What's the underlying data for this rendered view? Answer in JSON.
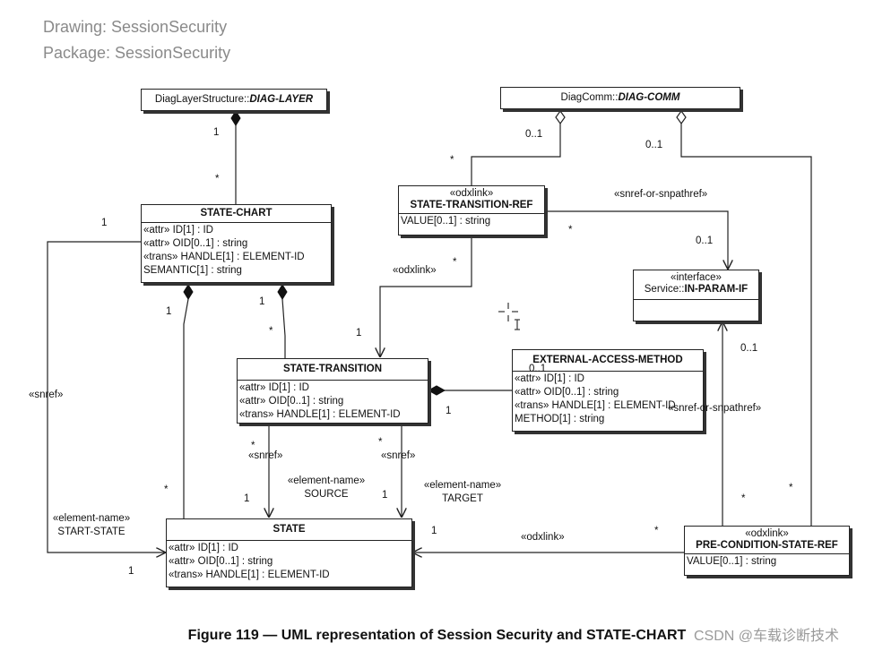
{
  "header": {
    "drawing": "Drawing: SessionSecurity",
    "package": "Package: SessionSecurity"
  },
  "classes": {
    "diag_layer": {
      "prefix": "DiagLayerStructure::",
      "name": "DIAG-LAYER"
    },
    "diag_comm": {
      "prefix": "DiagComm::",
      "name": "DIAG-COMM"
    },
    "state_chart": {
      "name": "STATE-CHART",
      "attributes": [
        "«attr» ID[1] : ID",
        "«attr» OID[0..1] : string",
        "«trans» HANDLE[1] : ELEMENT-ID",
        "SEMANTIC[1] : string"
      ]
    },
    "state_transition_ref": {
      "stereotype": "«odxlink»",
      "name": "STATE-TRANSITION-REF",
      "attributes": [
        "VALUE[0..1] : string"
      ]
    },
    "in_param_if": {
      "stereotype": "«interface»",
      "prefix": "Service::",
      "name": "IN-PARAM-IF"
    },
    "state_transition": {
      "name": "STATE-TRANSITION",
      "attributes": [
        "«attr» ID[1] : ID",
        "«attr» OID[0..1] : string",
        "«trans» HANDLE[1] : ELEMENT-ID"
      ]
    },
    "external_access_method": {
      "name": "EXTERNAL-ACCESS-METHOD",
      "attributes": [
        "«attr» ID[1] : ID",
        "«attr» OID[0..1] : string",
        "«trans» HANDLE[1] : ELEMENT-ID",
        "METHOD[1] : string"
      ]
    },
    "state": {
      "name": "STATE",
      "attributes": [
        "«attr» ID[1] : ID",
        "«attr» OID[0..1] : string",
        "«trans» HANDLE[1] : ELEMENT-ID"
      ]
    },
    "pre_condition_state_ref": {
      "stereotype": "«odxlink»",
      "name": "PRE-CONDITION-STATE-REF",
      "attributes": [
        "VALUE[0..1] : string"
      ]
    }
  },
  "labels": {
    "m_dl_1": "1",
    "m_dl_star": "*",
    "m_dc_01_a": "0..1",
    "m_dc_01_b": "0..1",
    "m_str_star": "*",
    "snref_or_snpathref_1": "«snref-or-snpathref»",
    "m_str_star2": "*",
    "m_ip_01": "0..1",
    "m_sc_1_left": "1",
    "odxlink_1": "«odxlink»",
    "m_str_star3": "*",
    "m_sc_1_b": "1",
    "m_sc_1_c": "1",
    "m_st_star_a": "*",
    "m_st_1": "1",
    "m_ip_01_b": "0..1",
    "m_eam_01": "0..1",
    "snref_left": "«snref»",
    "m_eam_1": "1",
    "snref_or_snpathref_2": "«snref-or-snpathref»",
    "m_st_star_src": "*",
    "snref_src": "«snref»",
    "m_st_star_tgt": "*",
    "snref_tgt": "«snref»",
    "element_name_source": "«element-name»",
    "source": "SOURCE",
    "element_name_target": "«element-name»",
    "target": "TARGET",
    "m_st_1_src": "1",
    "m_st_1_tgt": "1",
    "m_sc_star": "*",
    "m_pcs_star_a": "*",
    "m_pcs_star_b": "*",
    "element_name_start": "«element-name»",
    "start_state": "START-STATE",
    "m_state_1_odx": "1",
    "odxlink_2": "«odxlink»",
    "m_pcs_star_c": "*",
    "m_state_1_left": "1"
  },
  "caption": "Figure 119 — UML representation of Session Security and STATE-CHART",
  "watermark": "CSDN @车载诊断技术"
}
